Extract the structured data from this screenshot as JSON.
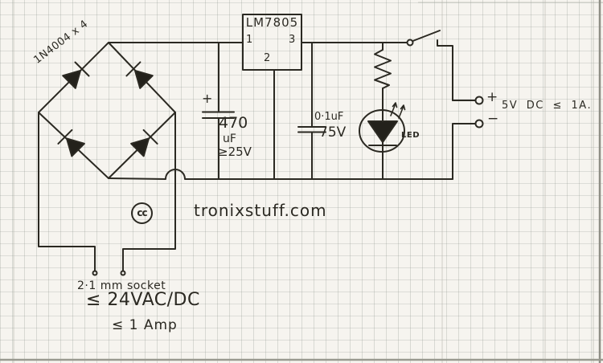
{
  "style": {
    "paper": "#f6f4ef",
    "grid": "#d9dad3",
    "ink": "#2b2922"
  },
  "schematic": {
    "bridge": {
      "label": "1N4004 x 4"
    },
    "regulator": {
      "name": "LM7805",
      "pin_in": "1",
      "pin_gnd": "2",
      "pin_out": "3"
    },
    "filter_capacitor": {
      "polarity": "+",
      "value": "470",
      "unit": "uF",
      "voltage": "≥25V"
    },
    "bypass_capacitor": {
      "value": "0·1uF",
      "voltage": "75V"
    },
    "led": {
      "label": "LED"
    },
    "output": {
      "plus": "+",
      "minus": "−",
      "rating": "5V DC ≤ 1A."
    },
    "input": {
      "socket": "2·1 mm socket",
      "voltage": "≤ 24VAC/DC",
      "current": "≤ 1 Amp"
    },
    "license_badge": "cc",
    "watermark": "tronixstuff.com"
  }
}
